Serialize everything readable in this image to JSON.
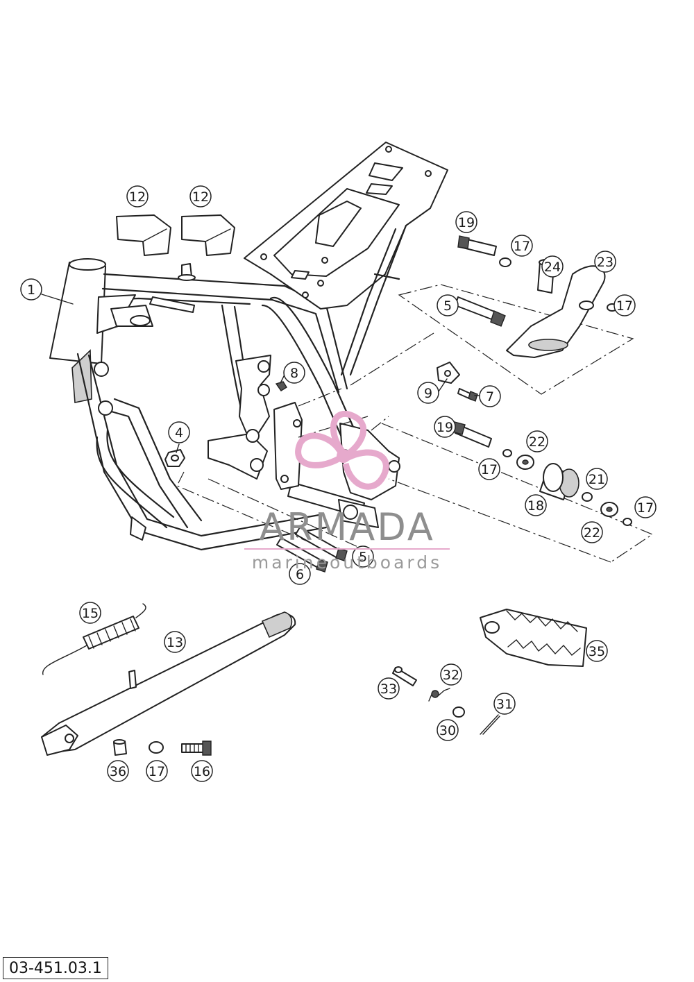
{
  "drawing_code": "03-451.03.1",
  "watermark": {
    "brand": "ARMADA",
    "sub": "marineoutboards",
    "color": "#e6a9cc"
  },
  "callouts": [
    "12",
    "12",
    "1",
    "19",
    "17",
    "24",
    "23",
    "17",
    "5",
    "8",
    "9",
    "7",
    "4",
    "19",
    "22",
    "17",
    "21",
    "18",
    "17",
    "22",
    "5",
    "6",
    "15",
    "13",
    "35",
    "32",
    "33",
    "31",
    "30",
    "36",
    "17",
    "16"
  ]
}
